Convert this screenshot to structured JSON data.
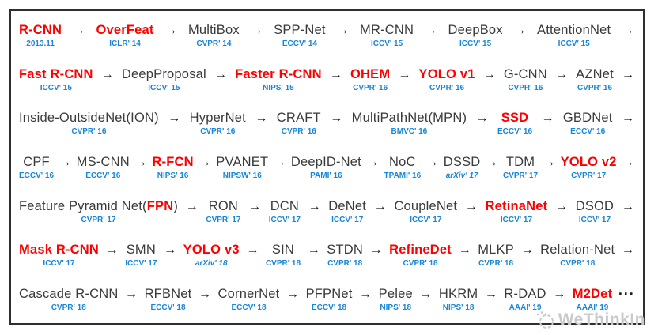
{
  "canvas": {
    "background": "#ffffff",
    "border_color": "#2e2e2e"
  },
  "colors": {
    "highlight_red": "#fe0000",
    "model_black": "#3a3a3a",
    "venue_blue": "#1886d9",
    "arrow_black": "#1c1c1c",
    "watermark_gray": "#c9c9c9"
  },
  "icons": {
    "arrow": "→",
    "dots": "···",
    "watermark_hand": "hand-gesture-icon"
  },
  "watermark": {
    "text": "WeThinkIn"
  },
  "rows": [
    {
      "trailing": "arrow",
      "nodes": [
        {
          "name": "R-CNN",
          "red": true,
          "label": "2013.11"
        },
        {
          "name": "OverFeat",
          "red": true,
          "label": "ICLR' 14"
        },
        {
          "name": "MultiBox",
          "red": false,
          "label": "CVPR' 14"
        },
        {
          "name": "SPP-Net",
          "red": false,
          "label": "ECCV' 14"
        },
        {
          "name": "MR-CNN",
          "red": false,
          "label": "ICCV' 15"
        },
        {
          "name": "DeepBox",
          "red": false,
          "label": "ICCV' 15"
        },
        {
          "name": "AttentionNet",
          "red": false,
          "label": "ICCV' 15"
        }
      ]
    },
    {
      "trailing": "arrow",
      "nodes": [
        {
          "name": "Fast R-CNN",
          "red": true,
          "label": "ICCV' 15"
        },
        {
          "name": "DeepProposal",
          "red": false,
          "label": "ICCV' 15"
        },
        {
          "name": "Faster R-CNN",
          "red": true,
          "label": "NIPS' 15"
        },
        {
          "name": "OHEM",
          "red": true,
          "label": "CVPR' 16"
        },
        {
          "name": "YOLO v1",
          "red": true,
          "label": "CVPR' 16"
        },
        {
          "name": "G-CNN",
          "red": false,
          "label": "CVPR' 16"
        },
        {
          "name": "AZNet",
          "red": false,
          "label": "CVPR' 16"
        }
      ]
    },
    {
      "trailing": "arrow",
      "nodes": [
        {
          "name": "Inside-OutsideNet(ION)",
          "red": false,
          "label": "CVPR' 16"
        },
        {
          "name": "HyperNet",
          "red": false,
          "label": "CVPR' 16"
        },
        {
          "name": "CRAFT",
          "red": false,
          "label": "CVPR' 16"
        },
        {
          "name": "MultiPathNet(MPN)",
          "red": false,
          "label": "BMVC' 16"
        },
        {
          "name": "SSD",
          "red": true,
          "label": "ECCV' 16"
        },
        {
          "name": "GBDNet",
          "red": false,
          "label": "ECCV' 16"
        }
      ]
    },
    {
      "trailing": "arrow",
      "nodes": [
        {
          "name": "CPF",
          "red": false,
          "label": "ECCV' 16"
        },
        {
          "name": "MS-CNN",
          "red": false,
          "label": "ECCV' 16"
        },
        {
          "name": "R-FCN",
          "red": true,
          "label": "NIPS' 16"
        },
        {
          "name": "PVANET",
          "red": false,
          "label": "NIPSW' 16"
        },
        {
          "name": "DeepID-Net",
          "red": false,
          "label": "PAMI' 16"
        },
        {
          "name": "NoC",
          "red": false,
          "label": "TPAMI' 16"
        },
        {
          "name": "DSSD",
          "red": false,
          "label": "arXiv' 17",
          "italic": true
        },
        {
          "name": "TDM",
          "red": false,
          "label": "CVPR' 17"
        },
        {
          "name": "YOLO v2",
          "red": true,
          "label": "CVPR' 17"
        }
      ]
    },
    {
      "trailing": "arrow",
      "nodes": [
        {
          "parts": [
            {
              "text": "Feature Pyramid Net(",
              "red": false
            },
            {
              "text": "FPN",
              "red": true
            },
            {
              "text": ")",
              "red": false
            }
          ],
          "label": "CVPR' 17"
        },
        {
          "name": "RON",
          "red": false,
          "label": "CVPR' 17"
        },
        {
          "name": "DCN",
          "red": false,
          "label": "ICCV' 17"
        },
        {
          "name": "DeNet",
          "red": false,
          "label": "ICCV' 17"
        },
        {
          "name": "CoupleNet",
          "red": false,
          "label": "ICCV' 17"
        },
        {
          "name": "RetinaNet",
          "red": true,
          "label": "ICCV' 17"
        },
        {
          "name": "DSOD",
          "red": false,
          "label": "ICCV' 17"
        }
      ]
    },
    {
      "trailing": "arrow",
      "nodes": [
        {
          "name": "Mask R-CNN",
          "red": true,
          "label": "ICCV' 17"
        },
        {
          "name": "SMN",
          "red": false,
          "label": "ICCV' 17"
        },
        {
          "name": "YOLO v3",
          "red": true,
          "label": "arXiv' 18",
          "italic": true
        },
        {
          "name": "SIN",
          "red": false,
          "label": "CVPR' 18"
        },
        {
          "name": "STDN",
          "red": false,
          "label": "CVPR' 18"
        },
        {
          "name": "RefineDet",
          "red": true,
          "label": "CVPR' 18"
        },
        {
          "name": "MLKP",
          "red": false,
          "label": "CVPR' 18"
        },
        {
          "name": "Relation-Net",
          "red": false,
          "label": "CVPR' 18"
        }
      ]
    },
    {
      "trailing": "dots",
      "nodes": [
        {
          "name": "Cascade R-CNN",
          "red": false,
          "label": "CVPR' 18"
        },
        {
          "name": "RFBNet",
          "red": false,
          "label": "ECCV' 18"
        },
        {
          "name": "CornerNet",
          "red": false,
          "label": "ECCV' 18"
        },
        {
          "name": "PFPNet",
          "red": false,
          "label": "ECCV' 18"
        },
        {
          "name": "Pelee",
          "red": false,
          "label": "NIPS' 18"
        },
        {
          "name": "HKRM",
          "red": false,
          "label": "NIPS' 18"
        },
        {
          "name": "R-DAD",
          "red": false,
          "label": "AAAI' 19"
        },
        {
          "name": "M2Det",
          "red": true,
          "label": "AAAI' 19"
        }
      ]
    }
  ]
}
